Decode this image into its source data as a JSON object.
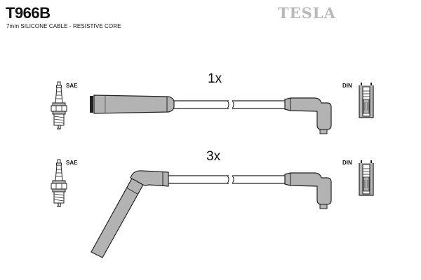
{
  "header": {
    "part_code": "T966B",
    "subtitle": "7mm SILICONE CABLE - RESISTIVE CORE",
    "brand": "TESLA"
  },
  "sets": [
    {
      "quantity": "1x",
      "left_label": "SAE",
      "right_label": "DIN",
      "left_boot": "straight-boot",
      "right_boot": "angled-boot"
    },
    {
      "quantity": "3x",
      "left_label": "SAE",
      "right_label": "DIN",
      "left_boot": "angled-boot",
      "right_boot": "angled-boot"
    }
  ],
  "colors": {
    "fill": "#b3b3b3",
    "outline": "#222222",
    "brand": "#b9b9b9"
  }
}
